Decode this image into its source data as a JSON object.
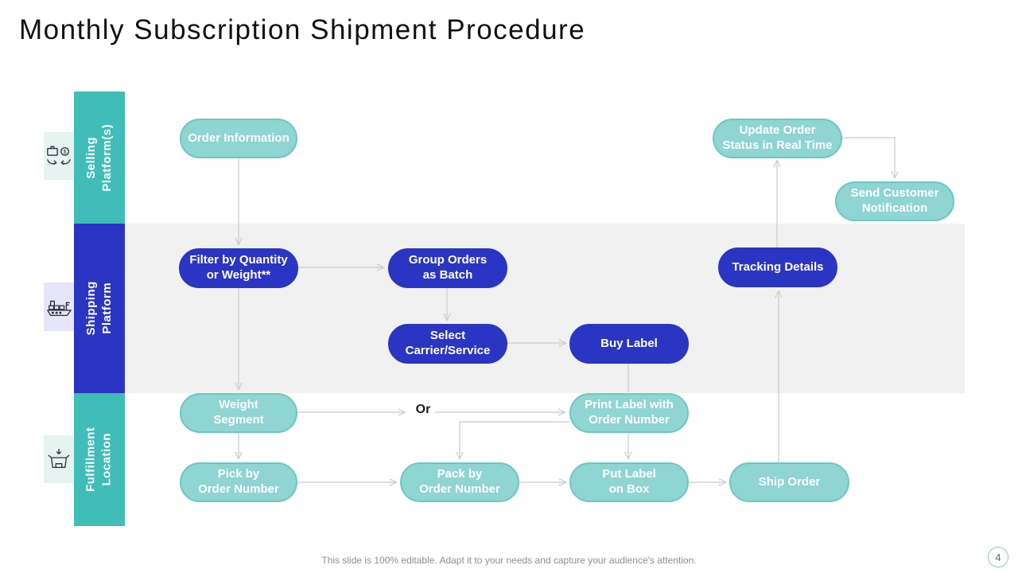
{
  "slide": {
    "title": "Monthly Subscription Shipment Procedure",
    "footer_note": "This slide is 100% editable. Adapt it to your needs and capture your audience's attention.",
    "page_number": "4"
  },
  "lanes": [
    {
      "id": "selling-platform",
      "label": "Selling\nPlatform(s)",
      "icon": "selling-exchange-icon",
      "color": "#40bdb8"
    },
    {
      "id": "shipping-platform",
      "label": "Shipping\nPlatform",
      "icon": "cargo-ship-icon",
      "color": "#2b35c4"
    },
    {
      "id": "fulfillment-location",
      "label": "Fulfillment\nLocation",
      "icon": "packing-box-icon",
      "color": "#40bdb8"
    }
  ],
  "connector_or_label": "Or",
  "icons": {
    "dollar_glyph": "$"
  },
  "nodes": {
    "order_information": {
      "label": "Order Information",
      "style": "teal"
    },
    "update_order_status": {
      "label": "Update Order\nStatus in Real Time",
      "style": "teal"
    },
    "send_customer_notification": {
      "label": "Send Customer\nNotification",
      "style": "teal"
    },
    "filter_by_quantity": {
      "label": "Filter by Quantity\nor Weight**",
      "style": "blue"
    },
    "group_orders": {
      "label": "Group Orders\nas Batch",
      "style": "blue"
    },
    "tracking_details": {
      "label": "Tracking Details",
      "style": "blue"
    },
    "select_carrier": {
      "label": "Select\nCarrier/Service",
      "style": "blue"
    },
    "buy_label": {
      "label": "Buy Label",
      "style": "blue"
    },
    "weight_segment": {
      "label": "Weight\nSegment",
      "style": "teal"
    },
    "print_label": {
      "label": "Print Label with\nOrder Number",
      "style": "teal"
    },
    "pick_by_order": {
      "label": "Pick by\nOrder Number",
      "style": "teal"
    },
    "pack_by_order": {
      "label": "Pack by\nOrder Number",
      "style": "teal"
    },
    "put_label_on_box": {
      "label": "Put Label\non Box",
      "style": "teal"
    },
    "ship_order": {
      "label": "Ship Order",
      "style": "teal"
    }
  },
  "colors": {
    "teal_lane": "#40bdb8",
    "teal_node_fill": "#8fd5d1",
    "teal_node_border": "#6cc7c2",
    "blue": "#2b35c4",
    "band_gray": "#f1f1f1",
    "connector_gray": "#c9cacc",
    "icon_tile_mint": "#e6f3f1",
    "icon_tile_lavender": "#e5e6f7"
  }
}
